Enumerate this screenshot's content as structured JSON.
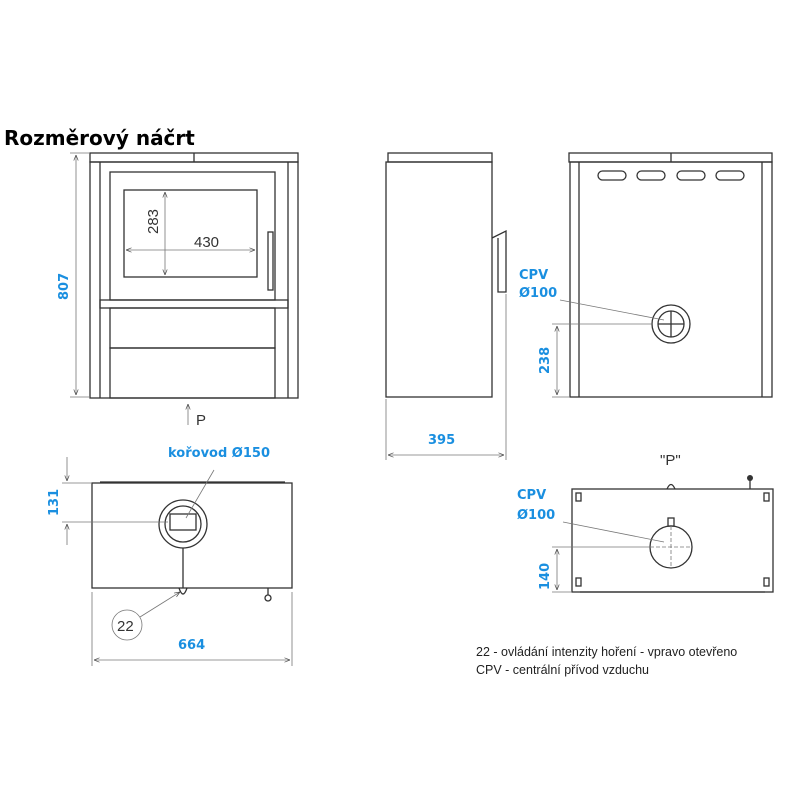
{
  "title": "Rozměrový náčrt",
  "front_view": {
    "height": "807",
    "glass_height": "283",
    "glass_width": "430",
    "view_arrow_label": "P"
  },
  "side_view": {
    "depth": "395"
  },
  "back_view": {
    "cpv_label": "CPV",
    "cpv_diameter": "Ø100",
    "cpv_height": "238"
  },
  "top_view": {
    "flue_label": "kořovod Ø150",
    "flue_offset": "131",
    "width": "664",
    "callout": "22"
  },
  "bottom_view": {
    "title": "\"P\"",
    "cpv_label": "CPV",
    "cpv_diameter": "Ø100",
    "cpv_offset": "140"
  },
  "legend": [
    "22 - ovládání intenzity hoření - vpravo otevřeno",
    "CPV - centrální přívod vzduchu"
  ],
  "colors": {
    "dimension": "#1a8fe0",
    "line": "#333333"
  }
}
